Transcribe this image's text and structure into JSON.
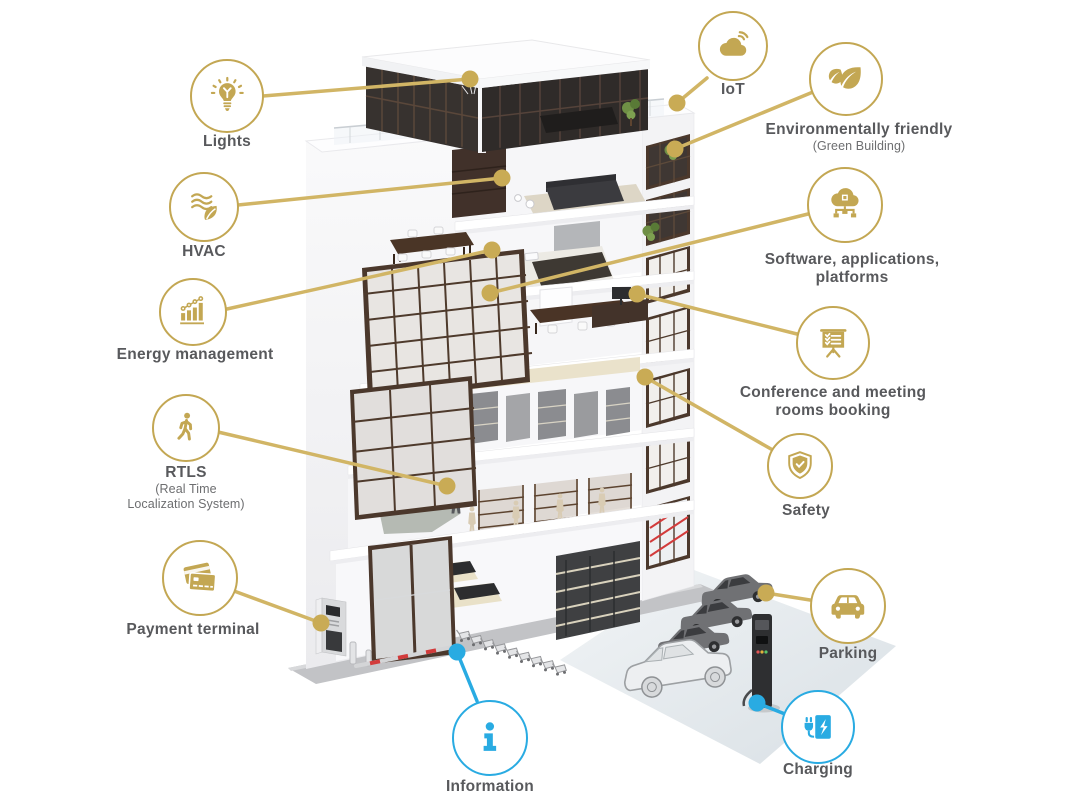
{
  "palette": {
    "accent_gold": "#c3a753",
    "accent_gold_line": "#d1b565",
    "accent_blue": "#29abe2",
    "label_color": "#58595c",
    "sub_label_color": "#6d6e70"
  },
  "callouts": [
    {
      "id": "lights",
      "label": "Lights",
      "icon": "lightbulb-icon"
    },
    {
      "id": "hvac",
      "label": "HVAC",
      "icon": "hvac-airflow-leaf-icon"
    },
    {
      "id": "energy",
      "label": "Energy management",
      "icon": "energy-chart-icon"
    },
    {
      "id": "rtls",
      "label": "RTLS",
      "sub1": "(Real Time",
      "sub2": "Localization System)",
      "icon": "walking-person-icon"
    },
    {
      "id": "payment",
      "label": "Payment terminal",
      "icon": "credit-cards-icon"
    },
    {
      "id": "iot",
      "label": "IoT",
      "icon": "iot-cloud-icon"
    },
    {
      "id": "environment",
      "label": "Environmentally friendly",
      "sub1": "(Green Building)",
      "icon": "green-leaves-icon"
    },
    {
      "id": "software",
      "label": "Software, applications,",
      "label2": "platforms",
      "icon": "cloud-platform-icon"
    },
    {
      "id": "conference",
      "label": "Conference and meeting",
      "label2": "rooms booking",
      "icon": "presentation-board-icon"
    },
    {
      "id": "safety",
      "label": "Safety",
      "icon": "shield-check-icon"
    },
    {
      "id": "parking",
      "label": "Parking",
      "icon": "car-icon"
    },
    {
      "id": "charging",
      "label": "Charging",
      "icon": "ev-charging-icon"
    },
    {
      "id": "information",
      "label": "Information",
      "icon": "information-icon"
    }
  ]
}
